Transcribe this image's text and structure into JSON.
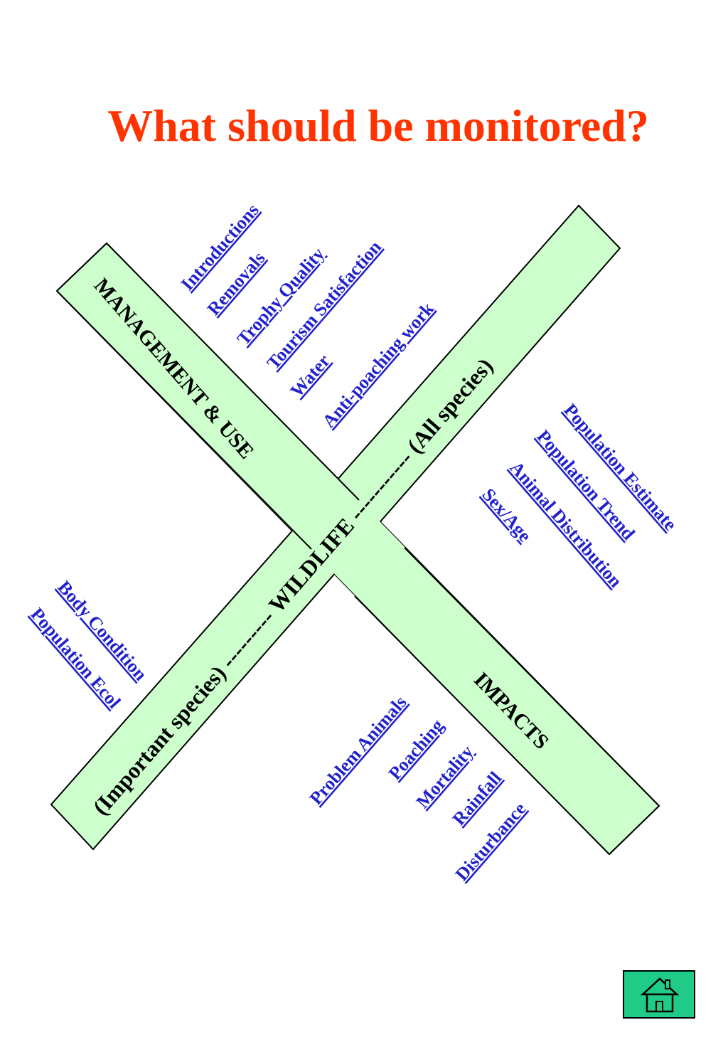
{
  "title": "What should be monitored?",
  "colors": {
    "title": "#ff3300",
    "bar_fill": "#ccffcc",
    "bar_stroke": "#000000",
    "link": "#2222cc",
    "home_button": "#1fcb86"
  },
  "bars": {
    "management": "MANAGEMENT & USE",
    "impacts": "IMPACTS",
    "wildlife": "(Important species) --------- WILDLIFE   ----------- (All species)"
  },
  "groups": {
    "management_use": [
      "Introductions",
      "Removals",
      "Trophy Quality",
      "Tourism Satisfaction",
      "Water",
      "Anti-poaching work"
    ],
    "all_species": [
      "Population Estimate",
      "Population Trend",
      "Animal Distribution",
      "Sex/Age"
    ],
    "important_species": [
      "Body Condition",
      "Population Ecol"
    ],
    "impacts": [
      "Problem Animals",
      "Poaching",
      "Mortality",
      "Rainfall",
      "Disturbance"
    ]
  },
  "home": {
    "icon": "home-icon"
  }
}
